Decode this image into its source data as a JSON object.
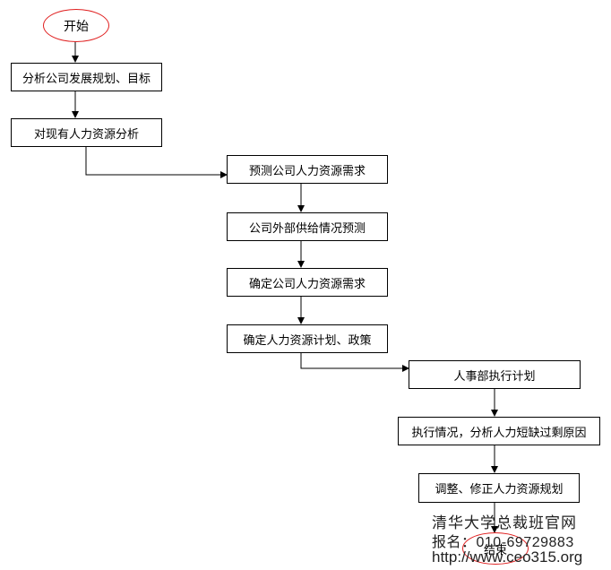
{
  "flow": {
    "start": "开始",
    "steps": [
      "分析公司发展规划、目标",
      "对现有人力资源分析",
      "预测公司人力资源需求",
      "公司外部供给情况预测",
      "确定公司人力资源需求",
      "确定人力资源计划、政策",
      "人事部执行计划",
      "执行情况，分析人力短缺过剩原因",
      "调整、修正人力资源规划"
    ],
    "end": "结束"
  },
  "watermark": {
    "line1": "清华大学总裁班官网",
    "line2": "报名：010-69729883",
    "line3": "http://www.ceo315.org"
  },
  "colors": {
    "oval_stroke": "#e02020",
    "line": "#000000"
  }
}
